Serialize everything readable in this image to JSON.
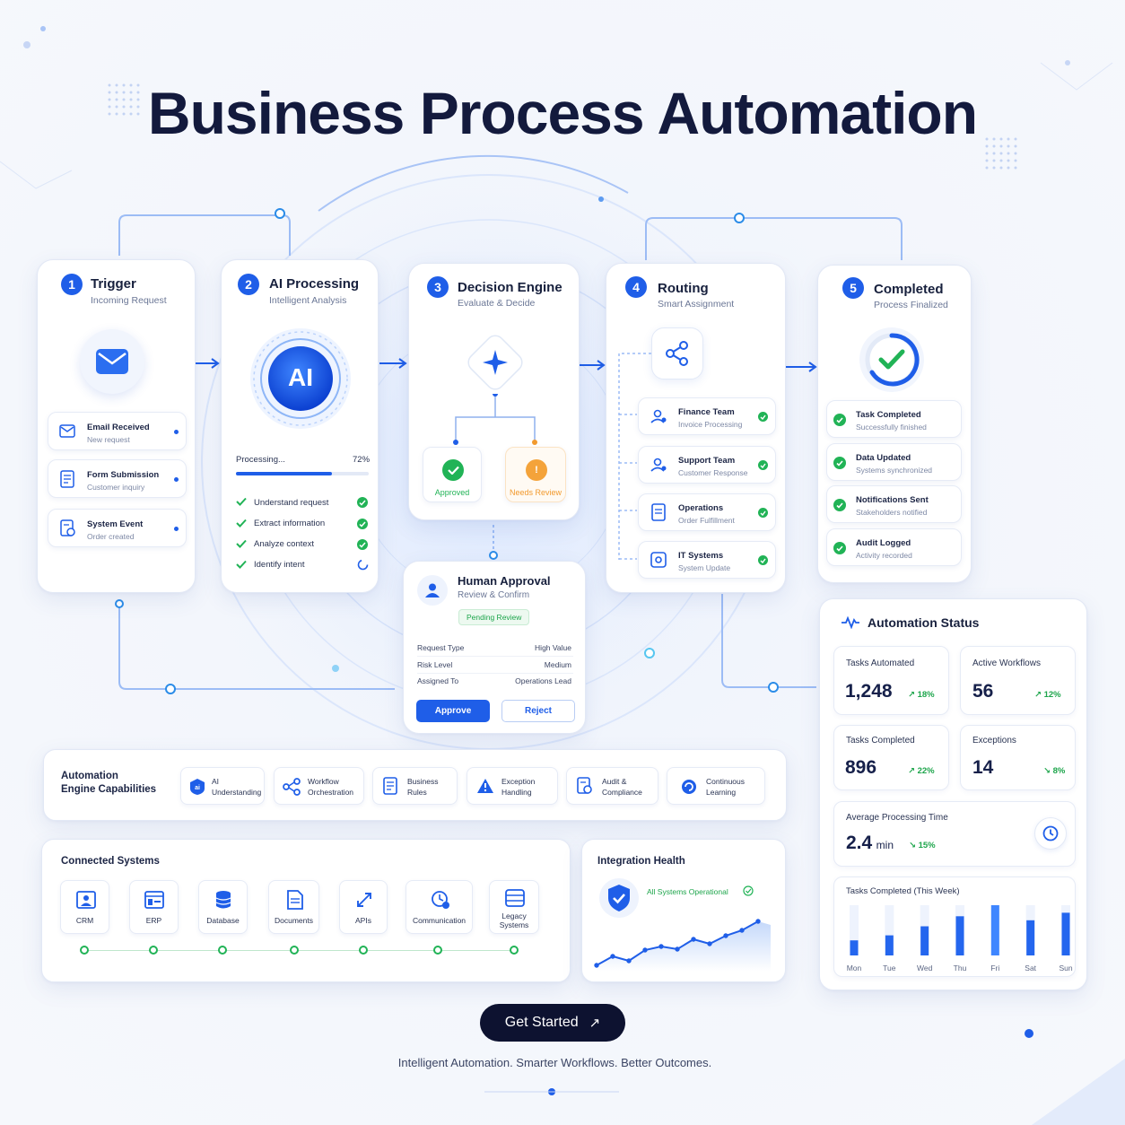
{
  "title": "Business Process Automation",
  "steps": [
    {
      "num": "1",
      "title": "Trigger",
      "subtitle": "Incoming Request",
      "items": [
        {
          "title": "Email Received",
          "sub": "New request",
          "icon": "envelope-icon"
        },
        {
          "title": "Form Submission",
          "sub": "Customer inquiry",
          "icon": "form-icon"
        },
        {
          "title": "System Event",
          "sub": "Order created",
          "icon": "system-event-icon"
        }
      ]
    },
    {
      "num": "2",
      "title": "AI Processing",
      "subtitle": "Intelligent Analysis",
      "ai_label": "AI",
      "progress_label": "Processing...",
      "progress_percent": "72%",
      "progress_value": 0.72,
      "checks": [
        "Understand request",
        "Extract information",
        "Analyze context",
        "Identify intent"
      ]
    },
    {
      "num": "3",
      "title": "Decision Engine",
      "subtitle": "Evaluate & Decide",
      "approved": "Approved",
      "needs_review": "Needs Review"
    },
    {
      "num": "4",
      "title": "Routing",
      "subtitle": "Smart Assignment",
      "teams": [
        {
          "title": "Finance Team",
          "sub": "Invoice Processing"
        },
        {
          "title": "Support Team",
          "sub": "Customer Response"
        },
        {
          "title": "Operations",
          "sub": "Order Fulfillment"
        },
        {
          "title": "IT Systems",
          "sub": "System Update"
        }
      ]
    },
    {
      "num": "5",
      "title": "Completed",
      "subtitle": "Process Finalized",
      "items": [
        {
          "title": "Task Completed",
          "sub": "Successfully finished"
        },
        {
          "title": "Data Updated",
          "sub": "Systems synchronized"
        },
        {
          "title": "Notifications Sent",
          "sub": "Stakeholders notified"
        },
        {
          "title": "Audit Logged",
          "sub": "Activity recorded"
        }
      ]
    }
  ],
  "approval": {
    "title": "Human Approval",
    "subtitle": "Review & Confirm",
    "badge": "Pending Review",
    "rows": [
      {
        "label": "Request Type",
        "value": "High Value"
      },
      {
        "label": "Risk Level",
        "value": "Medium"
      },
      {
        "label": "Assigned To",
        "value": "Operations Lead"
      }
    ],
    "approve": "Approve",
    "reject": "Reject"
  },
  "capabilities": {
    "title_line1": "Automation",
    "title_line2": "Engine Capabilities",
    "items": [
      {
        "l1": "AI",
        "l2": "Understanding",
        "icon": "ai-understanding-icon"
      },
      {
        "l1": "Workflow",
        "l2": "Orchestration",
        "icon": "workflow-icon"
      },
      {
        "l1": "Business",
        "l2": "Rules",
        "icon": "rules-icon"
      },
      {
        "l1": "Exception",
        "l2": "Handling",
        "icon": "exception-icon"
      },
      {
        "l1": "Audit &",
        "l2": "Compliance",
        "icon": "audit-icon"
      },
      {
        "l1": "Continuous",
        "l2": "Learning",
        "icon": "learning-icon"
      }
    ]
  },
  "connected": {
    "title": "Connected Systems",
    "items": [
      {
        "l1": "CRM",
        "l2": "",
        "icon": "crm-icon"
      },
      {
        "l1": "ERP",
        "l2": "",
        "icon": "erp-icon"
      },
      {
        "l1": "Database",
        "l2": "",
        "icon": "database-icon"
      },
      {
        "l1": "Documents",
        "l2": "",
        "icon": "documents-icon"
      },
      {
        "l1": "APIs",
        "l2": "",
        "icon": "api-icon"
      },
      {
        "l1": "Communication",
        "l2": "",
        "icon": "communication-icon"
      },
      {
        "l1": "Legacy",
        "l2": "Systems",
        "icon": "legacy-icon"
      }
    ]
  },
  "integration": {
    "title": "Integration Health",
    "status": "All Systems Operational"
  },
  "status": {
    "title": "Automation Status",
    "metrics": [
      {
        "label": "Tasks Automated",
        "value": "1,248",
        "trend": "18%"
      },
      {
        "label": "Active Workflows",
        "value": "56",
        "trend": "12%"
      },
      {
        "label": "Tasks Completed",
        "value": "896",
        "trend": "22%"
      },
      {
        "label": "Exceptions",
        "value": "14",
        "trend": "8%"
      }
    ],
    "avg_label": "Average Processing Time",
    "avg_value": "2.4",
    "avg_unit": "min",
    "avg_trend": "15%",
    "week_title": "Tasks Completed (This Week)"
  },
  "chart_data": {
    "type": "bar",
    "title": "Tasks Completed (This Week)",
    "categories": [
      "Mon",
      "Tue",
      "Wed",
      "Thu",
      "Fri",
      "Sat",
      "Sun"
    ],
    "values": [
      30,
      40,
      58,
      78,
      100,
      70,
      85
    ],
    "ylim": [
      0,
      100
    ]
  },
  "cta": {
    "label": "Get Started"
  },
  "tagline": "Intelligent Automation. Smarter Workflows. Better Outcomes.",
  "colors": {
    "accent": "#1f5ee8",
    "success": "#21b356",
    "warning": "#f29a2e",
    "dark": "#131a3d"
  }
}
